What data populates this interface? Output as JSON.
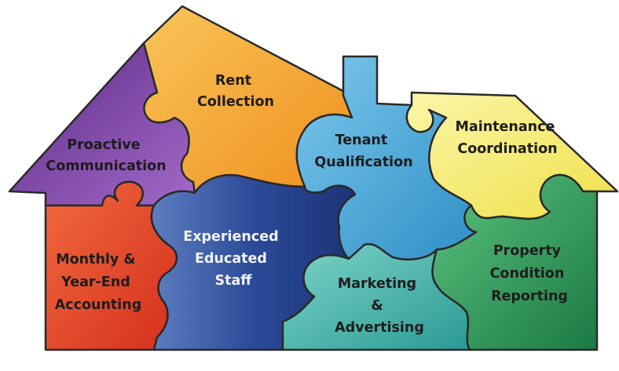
{
  "pieces": {
    "rent_collection": {
      "lines": [
        "Rent",
        "Collection"
      ],
      "color": "#f5a623"
    },
    "proactive_communication": {
      "lines": [
        "Proactive",
        "Communication"
      ],
      "color": "#7b3fa0"
    },
    "tenant_qualification": {
      "lines": [
        "Tenant",
        "Qualification"
      ],
      "color": "#4aa8d8"
    },
    "maintenance_coordination": {
      "lines": [
        "Maintenance",
        "Coordination"
      ],
      "color": "#f5ec6a"
    },
    "monthly_accounting": {
      "lines": [
        "Monthly &",
        "Year-End",
        "Accounting"
      ],
      "color": "#e8452a"
    },
    "experienced_staff": {
      "lines": [
        "Experienced",
        "Educated",
        "Staff"
      ],
      "color": "#2f4f9a"
    },
    "marketing_advertising": {
      "lines": [
        "Marketing",
        "&",
        "Advertising"
      ],
      "color": "#3fb0a8"
    },
    "property_condition": {
      "lines": [
        "Property",
        "Condition",
        "Reporting"
      ],
      "color": "#2e9a5a"
    }
  }
}
